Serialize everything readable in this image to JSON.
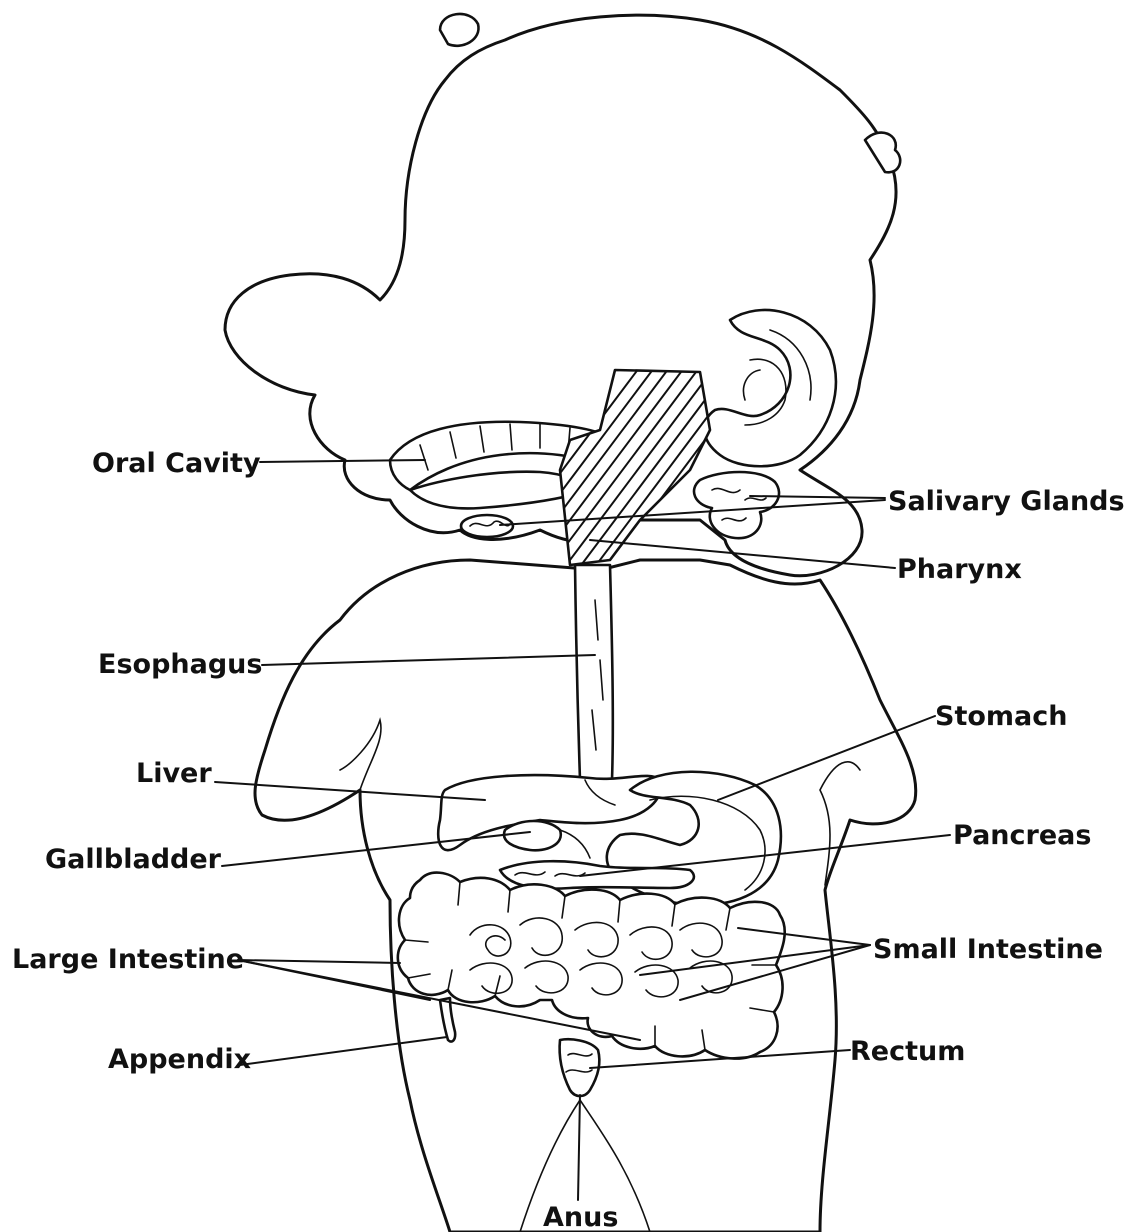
{
  "labels": {
    "oral_cavity": "Oral Cavity",
    "salivary_glands": "Salivary Glands",
    "pharynx": "Pharynx",
    "esophagus": "Esophagus",
    "stomach": "Stomach",
    "liver": "Liver",
    "pancreas": "Pancreas",
    "gallbladder": "Gallbladder",
    "large_intestine": "Large Intestine",
    "small_intestine": "Small Intestine",
    "appendix": "Appendix",
    "rectum": "Rectum",
    "anus": "Anus"
  }
}
